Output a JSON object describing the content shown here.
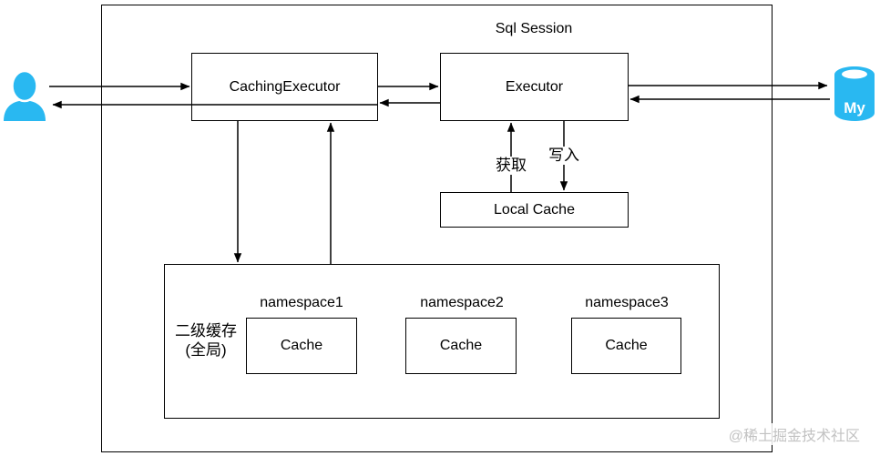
{
  "diagram": {
    "title": "Sql Session",
    "nodes": {
      "caching_executor": {
        "label": "CachingExecutor"
      },
      "executor": {
        "label": "Executor"
      },
      "local_cache": {
        "label": "Local Cache"
      }
    },
    "edge_labels": {
      "get": "获取",
      "write": "写入"
    },
    "second_level_cache": {
      "label_line1": "二级缓存",
      "label_line2": "(全局)",
      "namespaces": [
        {
          "name": "namespace1",
          "cache_label": "Cache"
        },
        {
          "name": "namespace2",
          "cache_label": "Cache"
        },
        {
          "name": "namespace3",
          "cache_label": "Cache"
        }
      ]
    },
    "database": {
      "label": "My"
    },
    "icons": {
      "user": "person-icon",
      "database": "database-cylinder-icon"
    },
    "watermark": "@稀土掘金技术社区",
    "colors": {
      "accent": "#29B8F1",
      "line": "#000000",
      "watermark": "#C2C2C2"
    }
  }
}
